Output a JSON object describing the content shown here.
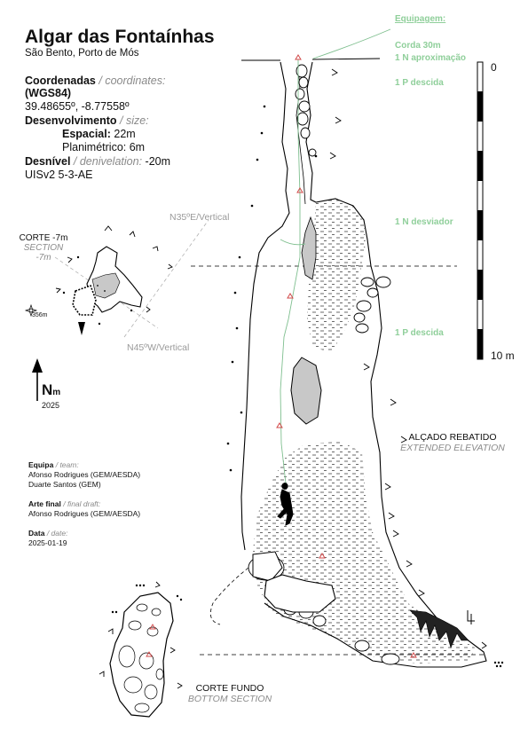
{
  "header": {
    "title": "Algar das Fontaínhas",
    "subtitle": "São Bento, Porto de Mós"
  },
  "info": {
    "coordinates_label": "Coordenadas",
    "coordinates_en": "/ coordinates:",
    "datum": "(WGS84)",
    "coordinates_value": "39.48655º, -8.77558º",
    "development_label": "Desenvolvimento",
    "development_en": "/ size:",
    "spatial_label": "Espacial:",
    "spatial_value": "22m",
    "planimetric_label": "Planimétrico: 6m",
    "drop_label": "Desnível",
    "drop_en": "/ denivelation:",
    "drop_value": "-20m",
    "grade": "UISv2 5-3-AE"
  },
  "plan_section": {
    "title": "CORTE -7m",
    "title_en": "SECTION -7m",
    "orientation_1": "N35ºE/Vertical",
    "orientation_2": "N45ºW/Vertical",
    "altitude": "356m"
  },
  "north": {
    "label": "N",
    "sub": "m",
    "year": "2025"
  },
  "credits": {
    "team_label": "Equipa",
    "team_en": "/ team:",
    "team_members": [
      "Afonso Rodrigues (GEM/AESDA)",
      "Duarte Santos (GEM)"
    ],
    "final_label": "Arte final",
    "final_en": "/ final draft:",
    "final_members": [
      "Afonso Rodrigues (GEM/AESDA)"
    ],
    "date_label": "Data",
    "date_en": "/ date:",
    "date_value": "2025-01-19"
  },
  "equipment": {
    "title": "Equipagem:",
    "items": [
      "Corda 30m",
      "1 N aproximação",
      "1 P descida",
      "1 N desviador",
      "1 P descida"
    ]
  },
  "scale": {
    "top_label": "0",
    "bottom_label": "10 m"
  },
  "elevation": {
    "title": "ALÇADO REBATIDO",
    "title_en": "EXTENDED ELEVATION"
  },
  "bottom_section": {
    "title": "CORTE FUNDO",
    "title_en": "BOTTOM SECTION"
  },
  "colors": {
    "equipment_green": "#8fcf9a",
    "rope_green": "#7fbf8f",
    "anchor_red": "#d24a4a",
    "water_grey": "#c8c8c8"
  }
}
